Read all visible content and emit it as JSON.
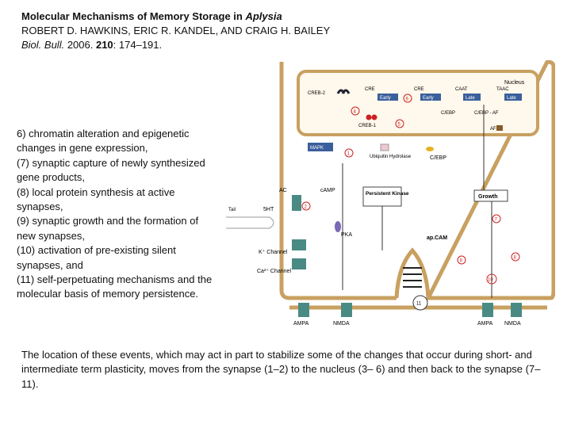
{
  "header": {
    "title_main": "Molecular Mechanisms of Memory Storage in ",
    "title_italic": "Aplysia",
    "authors": "ROBERT D. HAWKINS, ERIC R. KANDEL, AND CRAIG H. BAILEY",
    "journal": "Biol. Bull.",
    "year": " 2006. ",
    "volume": "210",
    "pages": ": 174–191."
  },
  "list_items": [
    "6) chromatin alteration and epigenetic changes in gene expression,",
    "(7) synaptic capture of newly synthesized gene products,",
    "(8) local protein synthesis at active synapses,",
    "(9) synaptic growth and the formation of new synapses,",
    "(10) activation of pre-existing silent synapses, and",
    "(11) self-perpetuating mechanisms and the molecular basis of memory persistence."
  ],
  "caption": "The location of these events, which may act in part to stabilize some of the changes that occur during short- and intermediate term plasticity, moves from the synapse (1–2) to the nucleus (3– 6) and then back to the synapse (7–11).",
  "figure": {
    "nucleus": "Nucleus",
    "creb2": "CREB-2",
    "cre1": "CRE",
    "early1": "Early",
    "cre2": "CRE",
    "early2": "Early",
    "caat": "CAAT",
    "late1": "Late",
    "taac": "TAAC",
    "late2": "Late",
    "cebp_top": "C/EBP",
    "cebp_af": "C/EBP - AF",
    "creb1": "CREB-1",
    "af": "AF",
    "mapk": "MAPK",
    "ubiquitin": "Ubiquitin Hydrolase",
    "cebp": "C/EBP",
    "persistent": "Persistent Kinase",
    "growth": "Growth",
    "ac": "AC",
    "camp": "cAMP",
    "tail": "Tail",
    "fiveht": "5HT",
    "pka": "PKA",
    "k_channel": "K⁺ Channel",
    "ca_channel": "Ca²⁺ Channel",
    "apcam": "ap.CAM",
    "ampa_left": "AMPA",
    "nmda_left": "NMDA",
    "ampa_right": "AMPA",
    "nmda_right": "NMDA",
    "num1": "1",
    "num2": "2",
    "num4": "4",
    "num5": "5",
    "num6": "6",
    "num7": "7",
    "num8": "8",
    "num9": "9",
    "num10": "10",
    "num11": "11"
  },
  "colors": {
    "membrane": "#c8a060",
    "marker": "#cc2222",
    "box_blue": "#3a5f9c",
    "channel": "#4a8a84"
  }
}
